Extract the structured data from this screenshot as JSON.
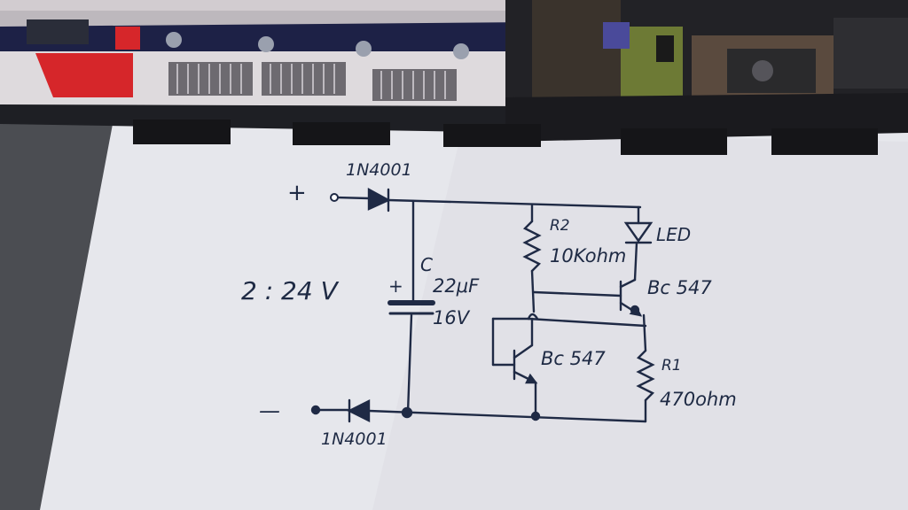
{
  "photo": {
    "subject": "Hand-drawn schematic on paper beside a model locomotive",
    "colors": {
      "paper": "#e9eaee",
      "ink": "#1f2a45",
      "desk": "#4a4c50",
      "loco_body": "#d9d6d8",
      "loco_stripe": "#1d2146",
      "loco_red": "#d6262a"
    }
  },
  "schematic": {
    "plus_label": "+",
    "minus_label": "—",
    "diode_top_label": "1N4001",
    "diode_bottom_label": "1N4001",
    "voltage_label": "2 : 24 V",
    "cap_name": "C",
    "cap_plus": "+",
    "cap_value": "22μF",
    "cap_voltage": "16V",
    "r2_name": "R2",
    "r2_value": "10Kohm",
    "led_label": "LED",
    "t1_label": "Bc 547",
    "t2_label": "Bc 547",
    "r1_name": "R1",
    "r1_value": "470ohm"
  }
}
